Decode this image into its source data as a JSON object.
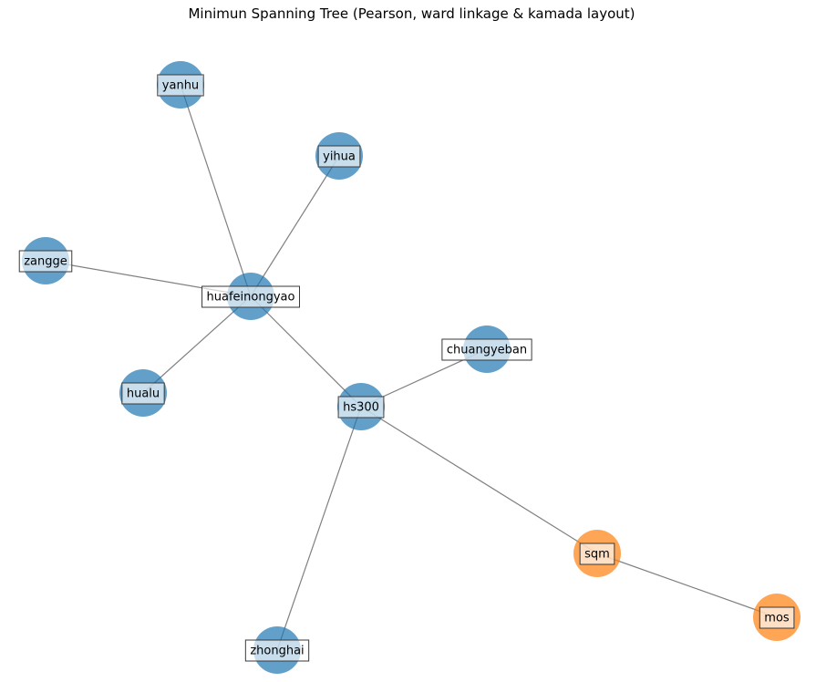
{
  "title": "Minimun Spanning Tree (Pearson, ward linkage & kamada layout)",
  "colors": {
    "cluster_1": "#1f77b4",
    "cluster_2": "#ff7f0e",
    "edge": "#808080"
  },
  "nodes": [
    {
      "id": "yanhu",
      "label": "yanhu",
      "cluster": "cluster_1"
    },
    {
      "id": "yihua",
      "label": "yihua",
      "cluster": "cluster_1"
    },
    {
      "id": "zangge",
      "label": "zangge",
      "cluster": "cluster_1"
    },
    {
      "id": "huafeinongyao",
      "label": "huafeinongyao",
      "cluster": "cluster_1"
    },
    {
      "id": "chuangyeban",
      "label": "chuangyeban",
      "cluster": "cluster_1"
    },
    {
      "id": "hualu",
      "label": "hualu",
      "cluster": "cluster_1"
    },
    {
      "id": "hs300",
      "label": "hs300",
      "cluster": "cluster_1"
    },
    {
      "id": "sqm",
      "label": "sqm",
      "cluster": "cluster_2"
    },
    {
      "id": "mos",
      "label": "mos",
      "cluster": "cluster_2"
    },
    {
      "id": "zhonghai",
      "label": "zhonghai",
      "cluster": "cluster_1"
    }
  ],
  "edges": [
    [
      "huafeinongyao",
      "yanhu"
    ],
    [
      "huafeinongyao",
      "yihua"
    ],
    [
      "huafeinongyao",
      "zangge"
    ],
    [
      "huafeinongyao",
      "hualu"
    ],
    [
      "huafeinongyao",
      "hs300"
    ],
    [
      "hs300",
      "chuangyeban"
    ],
    [
      "hs300",
      "zhonghai"
    ],
    [
      "hs300",
      "sqm"
    ],
    [
      "sqm",
      "mos"
    ]
  ]
}
